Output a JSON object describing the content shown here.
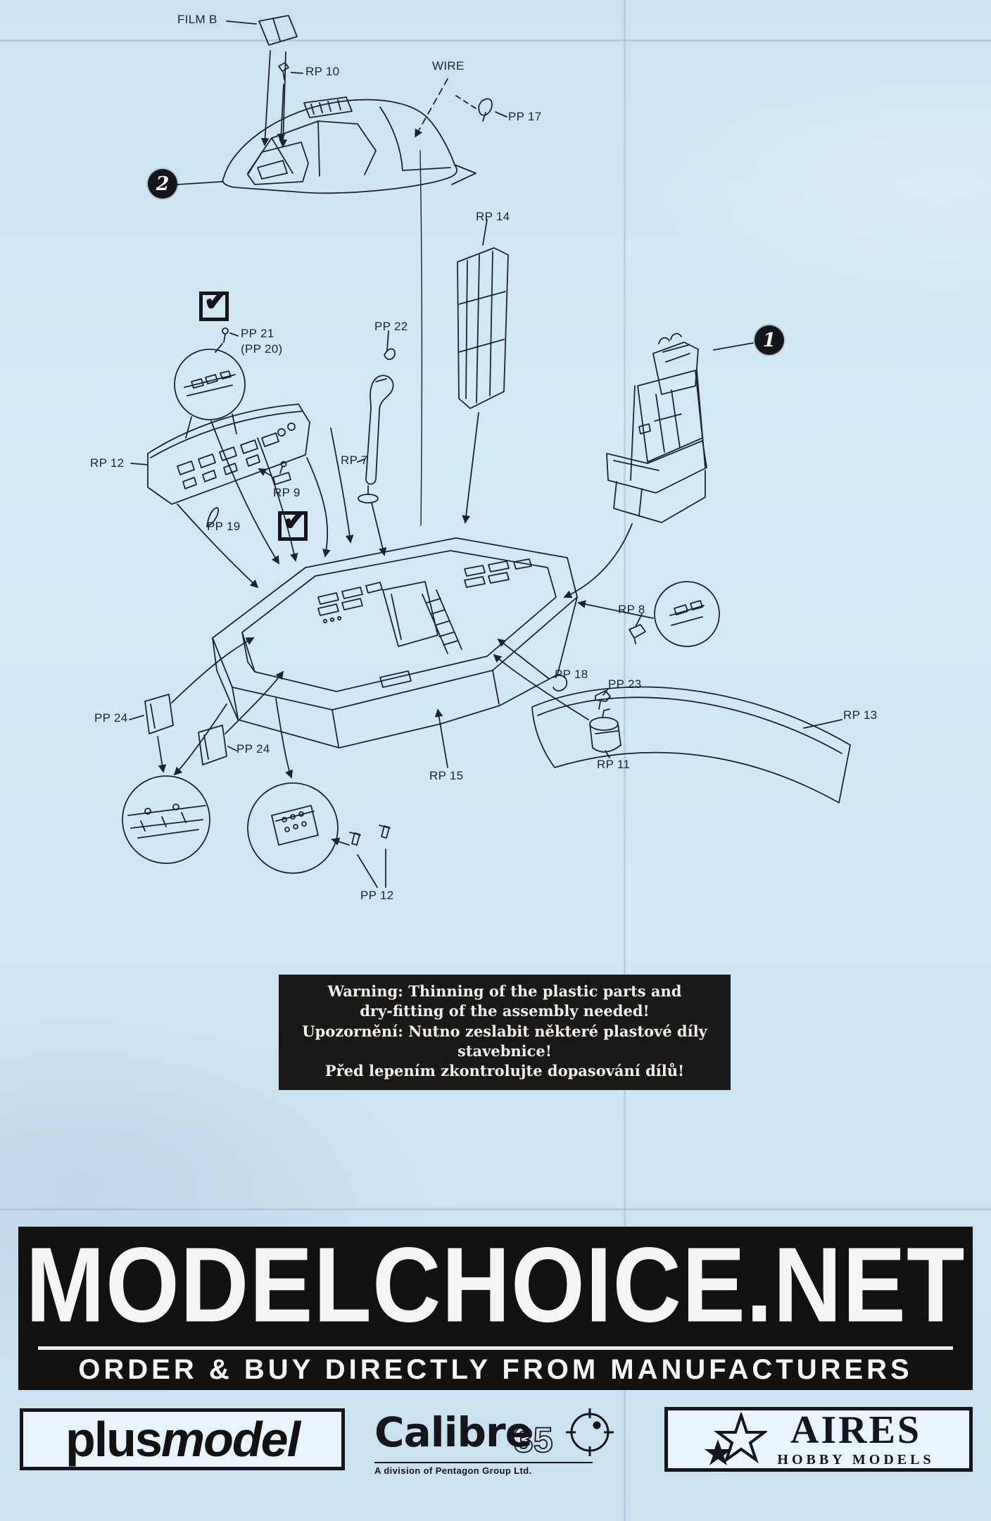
{
  "paper": {
    "bg": "#cfe6f3",
    "ink": "#1c2430"
  },
  "callouts": {
    "step1": "1",
    "step2": "2"
  },
  "labels": [
    {
      "text": "FILM B"
    },
    {
      "text": "RP 10"
    },
    {
      "text": "WIRE"
    },
    {
      "text": "PP 17"
    },
    {
      "text": "RP 14"
    },
    {
      "text": "PP 21"
    },
    {
      "text": "(PP 20)"
    },
    {
      "text": "PP 22"
    },
    {
      "text": "RP 12"
    },
    {
      "text": "RP 7"
    },
    {
      "text": "RP 9"
    },
    {
      "text": "PP 19"
    },
    {
      "text": "RP 8"
    },
    {
      "text": "PP 18"
    },
    {
      "text": "PP 23"
    },
    {
      "text": "RP 11"
    },
    {
      "text": "RP 13"
    },
    {
      "text": "PP 24"
    },
    {
      "text": "PP 24"
    },
    {
      "text": "RP 15"
    },
    {
      "text": "PP 12"
    }
  ],
  "checkmark": "✔",
  "warning": {
    "lines": [
      "Warning: Thinning of the plastic parts and",
      "dry-fitting of the assembly needed!",
      "Upozornění: Nutno zeslabit některé plastové díly stavebnice!",
      "Před lepením zkontrolujte dopasování dílů!"
    ]
  },
  "banner": {
    "title": "MODELCHOICE.NET",
    "subtitle": "ORDER & BUY DIRECTLY FROM MANUFACTURERS"
  },
  "logos": {
    "plusmodel": {
      "part1": "plus",
      "part2": "model"
    },
    "calibre": {
      "name": "Calibre",
      "number": "35",
      "division": "A division of Pentagon Group Ltd."
    },
    "aires": {
      "name": "AIRES",
      "subtitle": "HOBBY MODELS"
    }
  }
}
